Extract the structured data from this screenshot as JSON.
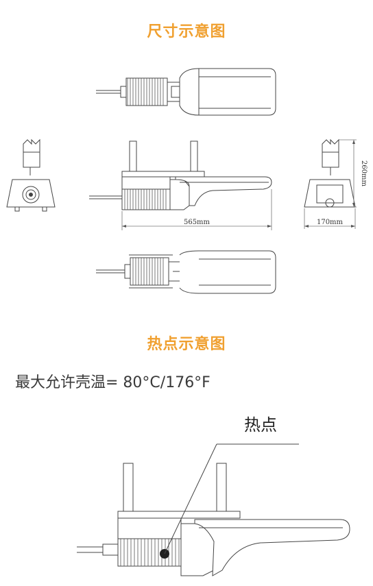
{
  "titles": {
    "dimensions": "尺寸示意图",
    "hotspot": "热点示意图"
  },
  "dimensions": {
    "length": "565mm",
    "width": "170mm",
    "height": "260mm"
  },
  "max_temp": "最大允许壳温= 80°C/176°F",
  "hotspot_label": "热点",
  "colors": {
    "title": "#f0a030",
    "line": "#444444",
    "text": "#3a3a3a"
  }
}
